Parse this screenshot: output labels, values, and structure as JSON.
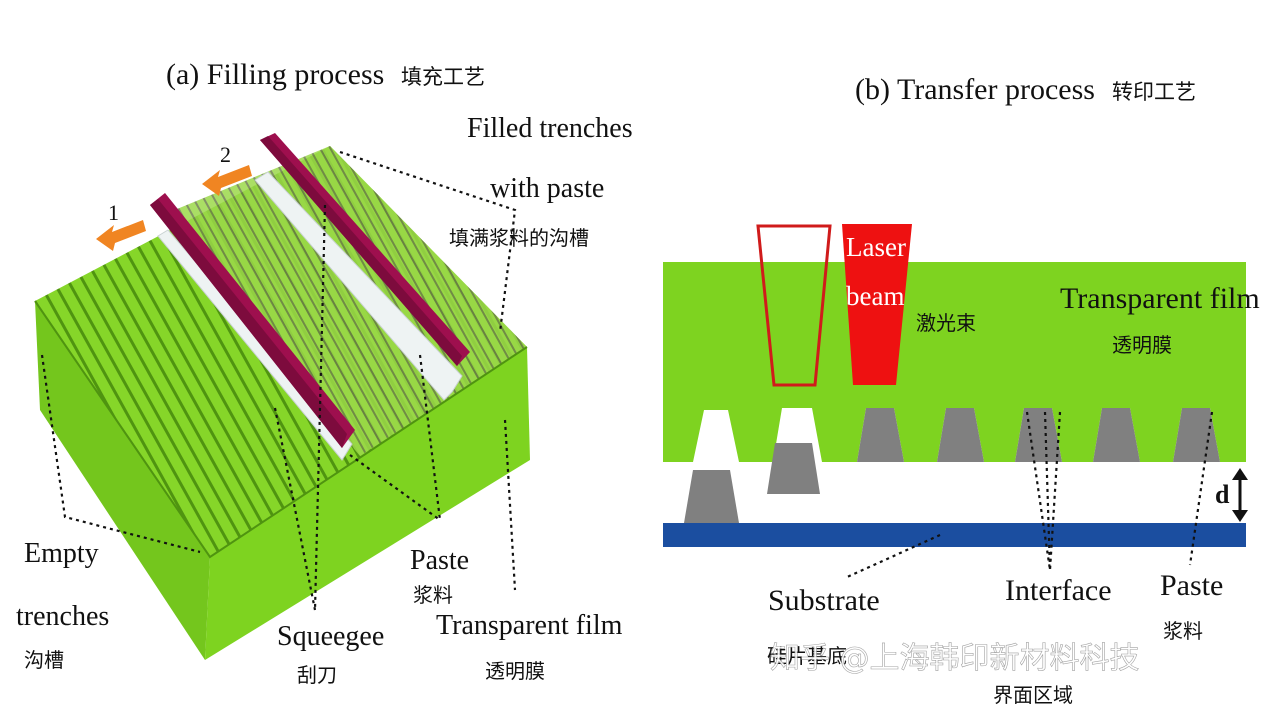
{
  "panel_a": {
    "title": "(a) Filling process",
    "title_cn": "填充工艺",
    "arrow1_label": "1",
    "arrow2_label": "2",
    "filled_trenches_line1": "Filled trenches",
    "filled_trenches_line2": "with paste",
    "filled_trenches_cn": "填满浆料的沟槽",
    "empty_trenches_line1": "Empty",
    "empty_trenches_line2": "trenches",
    "empty_trenches_cn": "沟槽",
    "squeegee": "Squeegee",
    "squeegee_cn": "刮刀",
    "paste": "Paste",
    "paste_cn": "浆料",
    "transparent_film": "Transparent film",
    "transparent_film_cn": "透明膜"
  },
  "panel_b": {
    "title": "(b) Transfer process",
    "title_cn": "转印工艺",
    "laser_line1": "Laser",
    "laser_line2": "beam",
    "laser_cn": "激光束",
    "transparent_film": "Transparent film",
    "transparent_film_cn": "透明膜",
    "gap_label": "d",
    "substrate": "Substrate",
    "substrate_cn": "硅片基底",
    "interface": "Interface",
    "interface_cn": "界面区域",
    "paste": "Paste",
    "paste_cn": "浆料"
  },
  "watermark": "知乎 @上海韩印新材料科技",
  "colors": {
    "film_green": "#7ed320",
    "film_green_dark": "#5fa818",
    "squeegee_red": "#9e0f4e",
    "arrow_orange": "#f08522",
    "laser_red": "#ee1111",
    "paste_gray": "#808080",
    "substrate_blue": "#1b4ea0"
  }
}
